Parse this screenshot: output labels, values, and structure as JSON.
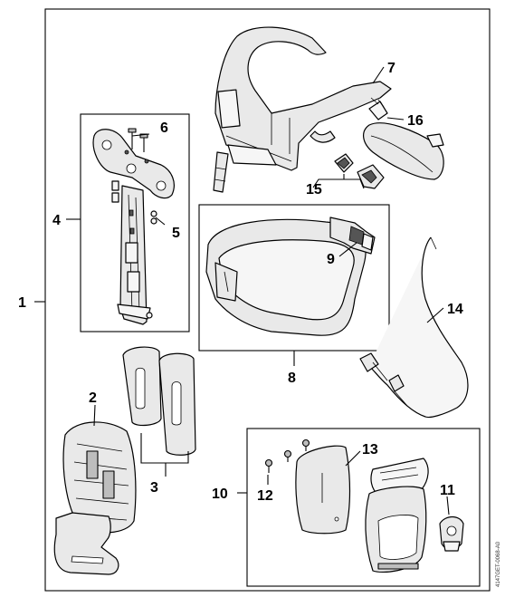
{
  "callouts": {
    "c1": "1",
    "c2": "2",
    "c3": "3",
    "c4": "4",
    "c5": "5",
    "c6": "6",
    "c7": "7",
    "c8": "8",
    "c9": "9",
    "c10": "10",
    "c11": "11",
    "c12": "12",
    "c13": "13",
    "c14": "14",
    "c15": "15",
    "c16": "16"
  },
  "figure_code": "4147GET-0068-A0"
}
